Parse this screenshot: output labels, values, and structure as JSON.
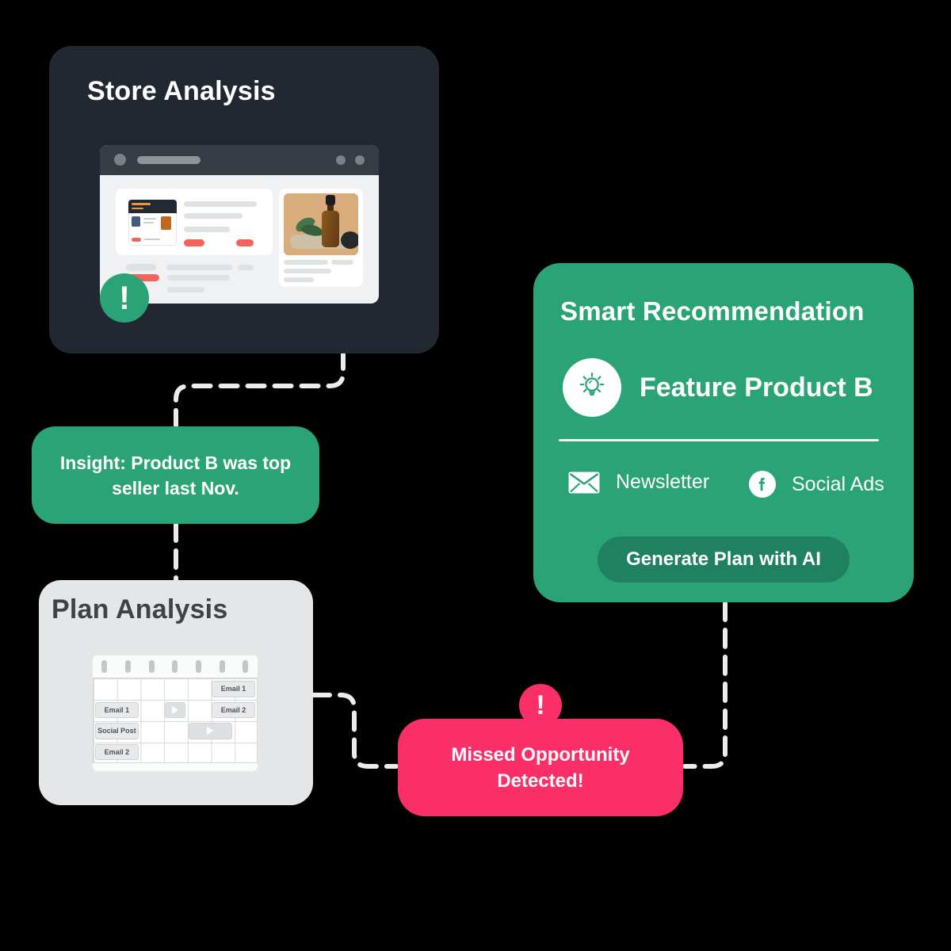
{
  "colors": {
    "background": "#000000",
    "dark_card": "#212831",
    "green": "#2AA376",
    "dark_green_button": "#1F8160",
    "pink": "#FA2E68",
    "light_card": "#E4E6E7",
    "dashed_line": "#ECECEC",
    "accent_red": "#F4635A"
  },
  "store_analysis": {
    "title": "Store Analysis",
    "badge_glyph": "!"
  },
  "insight_box": {
    "text": "Insight: Product B was top seller last Nov."
  },
  "plan_analysis": {
    "title": "Plan Analysis",
    "calendar": {
      "chips": [
        {
          "label": "Email 1"
        },
        {
          "label": "Email 1"
        },
        {
          "label": "Email 2"
        },
        {
          "label": "Social Post"
        },
        {
          "label": "Email 2"
        }
      ]
    }
  },
  "missed_opportunity": {
    "text": "Missed Opportunity Detected!",
    "badge_glyph": "!"
  },
  "smart_recommendation": {
    "title": "Smart Recommendation",
    "feature_label": "Feature Product B",
    "channels": [
      {
        "label": "Newsletter",
        "icon": "envelope-icon"
      },
      {
        "label": "Social Ads",
        "icon": "facebook-icon"
      }
    ],
    "button_label": "Generate Plan with AI"
  }
}
